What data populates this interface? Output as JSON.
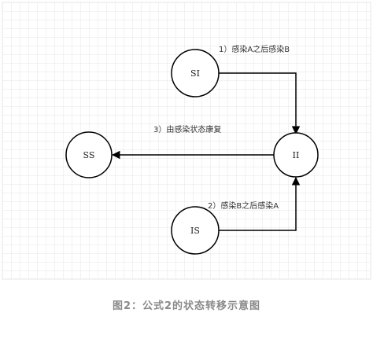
{
  "diagram": {
    "nodes": [
      {
        "id": "SI",
        "label": "SI"
      },
      {
        "id": "II",
        "label": "II"
      },
      {
        "id": "SS",
        "label": "SS"
      },
      {
        "id": "IS",
        "label": "IS"
      }
    ],
    "edges": [
      {
        "from": "SI",
        "to": "II",
        "label": "1）感染A之后感染B"
      },
      {
        "from": "IS",
        "to": "II",
        "label": "2）感染B之后感染A"
      },
      {
        "from": "II",
        "to": "SS",
        "label": "3）由感染状态康复"
      }
    ],
    "colors": {
      "grid": "#e6e6e6",
      "stroke": "#000000",
      "caption": "#8a8a8a"
    }
  },
  "caption": "图2：公式2的状态转移示意图"
}
